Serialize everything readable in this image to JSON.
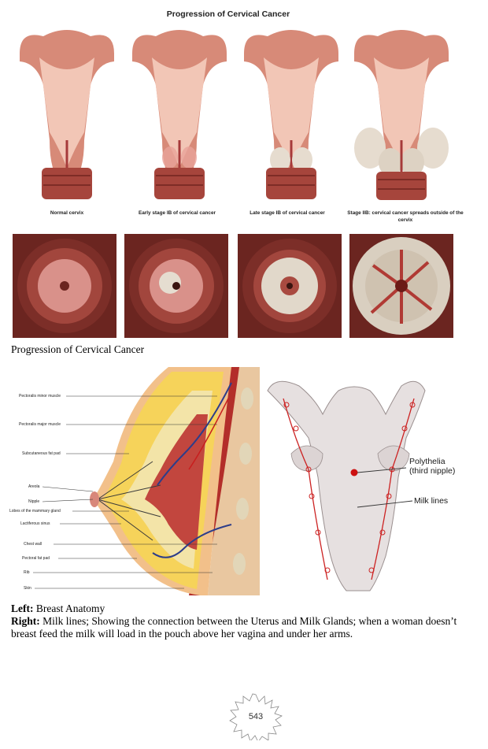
{
  "figure1": {
    "title": "Progression of Cervical Cancer",
    "stages": [
      {
        "label": "Normal cervix"
      },
      {
        "label": "Early stage IB of cervical cancer"
      },
      {
        "label": "Late stage IB of cervical cancer"
      },
      {
        "label": "Stage IIB: cervical cancer spreads outside of the cervix"
      }
    ],
    "caption": "Progression of Cervical Cancer"
  },
  "figure2": {
    "breast_labels": [
      "Pectoralis minor muscle",
      "Pectoralis major muscle",
      "Subcutaneous fat pad",
      "Areola",
      "Nipple",
      "Lobes of the mammary gland",
      "Lactiferous sinus",
      "Chest wall",
      "Pectoral fat pad",
      "Rib",
      "Skin"
    ],
    "body_labels": {
      "polythelia": "Polythelia",
      "polythelia_sub": "(third nipple)",
      "milk_lines": "Milk lines"
    },
    "caption_left_label": "Left:",
    "caption_left_text": " Breast Anatomy",
    "caption_right_label": "Right:",
    "caption_right_text": " Milk lines; Showing the connection between the Uterus and Milk Glands; when a woman doesn’t breast feed the milk will load in the pouch above her vagina and under her arms."
  },
  "page_number": "543"
}
